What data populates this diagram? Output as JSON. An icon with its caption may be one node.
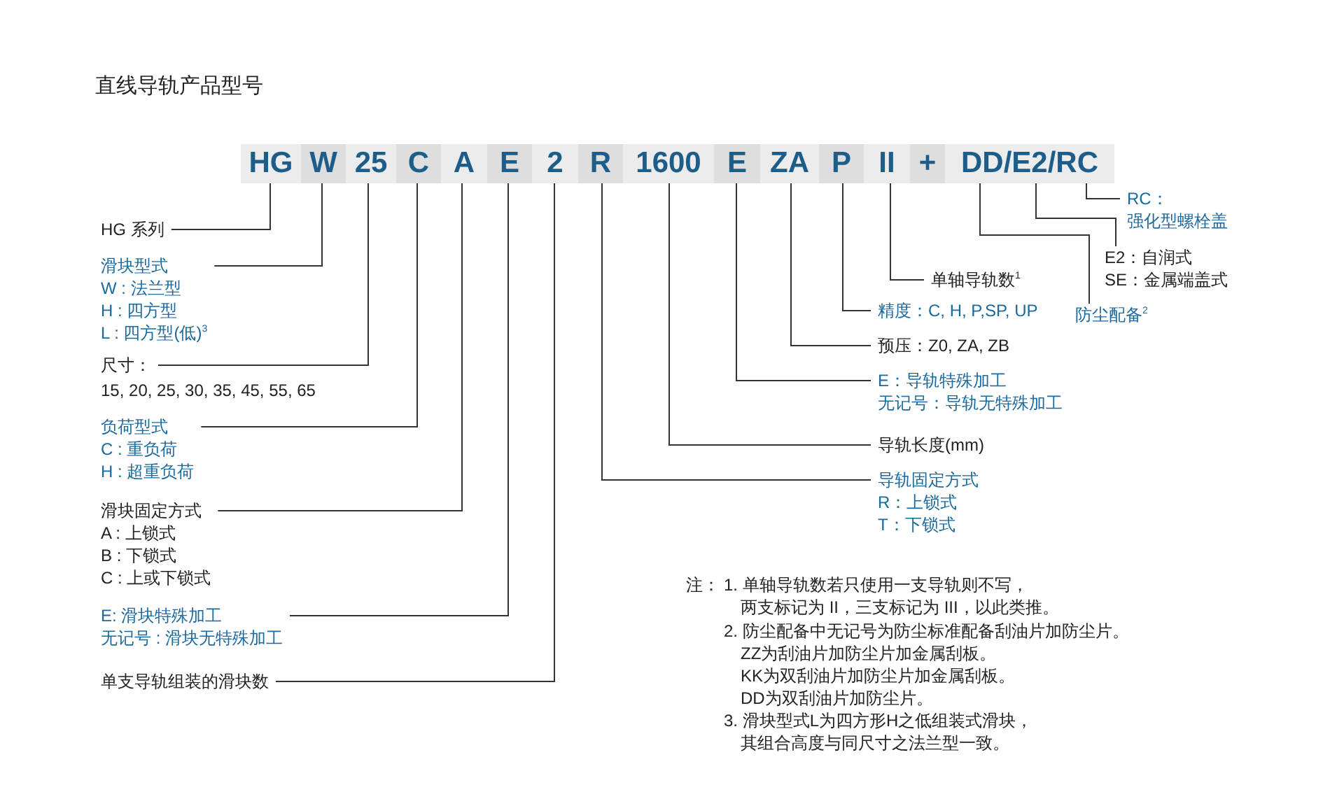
{
  "diagram": {
    "title": "直线导轨产品型号",
    "nodes": [
      {
        "text": [
          "HG"
        ]
      },
      {
        "text": [
          "W"
        ]
      },
      {
        "text": [
          "25"
        ]
      },
      {
        "text": [
          "C"
        ]
      },
      {
        "text": [
          "A"
        ]
      },
      {
        "text": [
          "E"
        ]
      },
      {
        "text": [
          "2"
        ]
      },
      {
        "text": [
          "R"
        ]
      },
      {
        "text": [
          "1600"
        ]
      },
      {
        "text": [
          "E"
        ]
      },
      {
        "text": [
          "ZA"
        ]
      },
      {
        "text": [
          "P"
        ]
      },
      {
        "text": [
          "II"
        ]
      },
      {
        "text": [
          "+"
        ]
      },
      {
        "text": [
          "DD/E2/RC"
        ]
      },
      {
        "text": [
          "HG 系列"
        ]
      },
      {
        "text": [
          "滑块型式",
          "W : 法兰型",
          "H : 四方型",
          "L : 四方型(低)$^{3}$"
        ]
      },
      {
        "text": [
          "尺寸："
        ],
        "beside": [
          "15, 20, 25, 30, 35, 45, 55, 65"
        ]
      },
      {
        "text": [
          "负荷型式",
          "C : 重负荷",
          "H : 超重负荷"
        ]
      },
      {
        "text": [
          "滑块固定方式",
          "A : 上锁式",
          "B : 下锁式",
          "C : 上或下锁式"
        ]
      },
      {
        "text": [
          "E: 滑块特殊加工",
          "无记号 : 滑块无特殊加工"
        ]
      },
      {
        "text": [
          "单支导轨组装的滑块数"
        ]
      },
      {
        "text": [
          "RC：",
          "强化型螺栓盖"
        ]
      },
      {
        "text": [
          "E2：自润式",
          "SE：金属端盖式"
        ]
      },
      {
        "text": [
          "单轴导轨数$^{1}$"
        ]
      },
      {
        "text": [
          "精度：C, H, P,SP, UP"
        ]
      },
      {
        "text": [
          "防尘配备$^{2}$"
        ]
      },
      {
        "text": [
          "预压：Z0, ZA, ZB"
        ]
      },
      {
        "text": [
          "E：导轨特殊加工",
          "无记号：导轨无特殊加工"
        ]
      },
      {
        "text": [
          "导轨长度(mm)"
        ]
      },
      {
        "text": [
          "导轨固定方式",
          "R：上锁式",
          "T：下锁式"
        ]
      }
    ],
    "edges": [
      {
        "from": 0,
        "to": 15,
        "arrow": "none"
      },
      {
        "from": 1,
        "to": 16,
        "arrow": "none"
      },
      {
        "from": 2,
        "to": 17,
        "arrow": "none"
      },
      {
        "from": 3,
        "to": 18,
        "arrow": "none"
      },
      {
        "from": 4,
        "to": 19,
        "arrow": "none"
      },
      {
        "from": 5,
        "to": 20,
        "arrow": "none"
      },
      {
        "from": 6,
        "to": 21,
        "arrow": "none"
      },
      {
        "from": 7,
        "to": 30,
        "arrow": "none"
      },
      {
        "from": 8,
        "to": 29,
        "arrow": "none"
      },
      {
        "from": 9,
        "to": 28,
        "arrow": "none"
      },
      {
        "from": 10,
        "to": 27,
        "arrow": "none"
      },
      {
        "from": 11,
        "to": 25,
        "arrow": "none"
      },
      {
        "from": 12,
        "to": 24,
        "arrow": "none"
      },
      {
        "from": 14,
        "to": 26,
        "arrow": "none"
      },
      {
        "from": 14,
        "to": 23,
        "arrow": "none"
      },
      {
        "from": 14,
        "to": 22,
        "arrow": "none"
      }
    ],
    "labels": [
      "注：",
      "1. 单轴导轨数若只使用一支导轨则不写，",
      "两支标记为 II，三支标记为 III，以此类推。",
      "2. 防尘配备中无记号为防尘标准配备刮油片加防尘片。",
      "ZZ为刮油片加防尘片加金属刮板。",
      "KK为双刮油片加防尘片加金属刮板。",
      "DD为双刮油片加防尘片。",
      "3. 滑块型式L为四方形H之低组装式滑块，",
      "其组合高度与同尺寸之法兰型一致。"
    ]
  }
}
